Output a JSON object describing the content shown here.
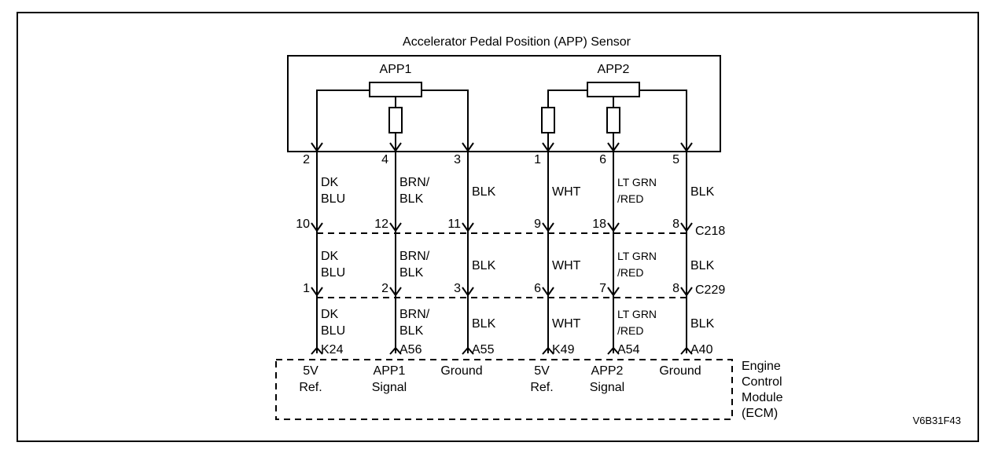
{
  "sensor_title": "Accelerator Pedal Position (APP) Sensor",
  "app1_label": "APP1",
  "app2_label": "APP2",
  "figure_code": "V6B31F43",
  "connector_c218": "C218",
  "connector_c229": "C229",
  "ecm_label": [
    "Engine",
    "Control",
    "Module",
    "(ECM)"
  ],
  "circuits": [
    {
      "pin_sensor": "2",
      "pin_c218": "10",
      "pin_c229": "1",
      "color": [
        "DK",
        "BLU"
      ],
      "ecm_pin": "K24",
      "ecm_func": [
        "5V",
        "Ref."
      ]
    },
    {
      "pin_sensor": "4",
      "pin_c218": "12",
      "pin_c229": "2",
      "color": [
        "BRN/",
        "BLK"
      ],
      "ecm_pin": "A56",
      "ecm_func": [
        "APP1",
        "Signal"
      ]
    },
    {
      "pin_sensor": "3",
      "pin_c218": "11",
      "pin_c229": "3",
      "color": [
        "BLK"
      ],
      "ecm_pin": "A55",
      "ecm_func": [
        "Ground"
      ]
    },
    {
      "pin_sensor": "1",
      "pin_c218": "9",
      "pin_c229": "6",
      "color": [
        "WHT"
      ],
      "ecm_pin": "K49",
      "ecm_func": [
        "5V",
        "Ref."
      ]
    },
    {
      "pin_sensor": "6",
      "pin_c218": "18",
      "pin_c229": "7",
      "color": [
        "LT GRN",
        "/RED"
      ],
      "ecm_pin": "A54",
      "ecm_func": [
        "APP2",
        "Signal"
      ]
    },
    {
      "pin_sensor": "5",
      "pin_c218": "8",
      "pin_c229": "8",
      "color": [
        "BLK"
      ],
      "ecm_pin": "A40",
      "ecm_func": [
        "Ground"
      ]
    }
  ]
}
